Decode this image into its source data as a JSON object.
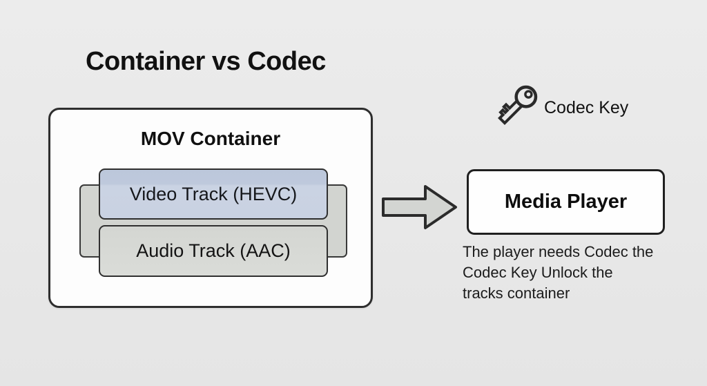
{
  "diagram": {
    "title": "Container vs Codec",
    "mov_container": {
      "title": "MOV Container",
      "tracks": [
        {
          "label": "Video Track (HEVC)"
        },
        {
          "label": "Audio Track (AAC)"
        }
      ]
    },
    "arrow": {
      "direction": "right"
    },
    "codec_key": {
      "label": "Codec Key",
      "icon": "key-icon"
    },
    "media_player": {
      "title": "Media Player",
      "caption": "The player needs Codec the\nCodec Key Unlock the\ntracks container"
    },
    "colors": {
      "background": "#e9e9e9",
      "box_fill": "#fdfdfd",
      "border": "#2e2e2e",
      "video_track_fill": "#c5cfe1",
      "audio_track_fill": "#d8dad6",
      "back_plate_fill": "#d2d4d0",
      "arrow_fill": "#d3d5d2",
      "text": "#141414"
    }
  }
}
